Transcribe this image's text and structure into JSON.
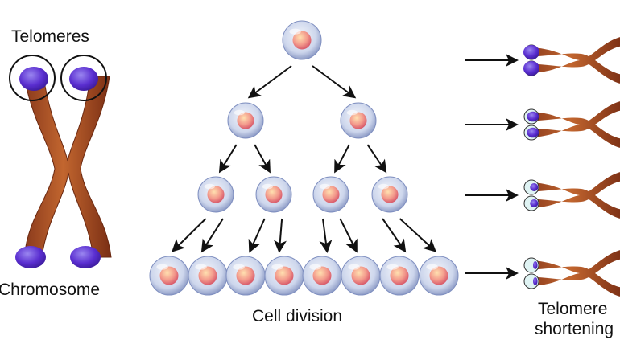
{
  "labels": {
    "telomeres": "Telomeres",
    "chromosome": "Chromosome",
    "cell_division": "Cell division",
    "telomere_shortening_line1": "Telomere",
    "telomere_shortening_line2": "shortening"
  },
  "colors": {
    "chromatid": "#a0522d",
    "chromatid_dark": "#6b2a12",
    "telomere": "#5b2fc9",
    "telomere_light": "#8b6ee6",
    "cell_membrane": "#c9d3ea",
    "cell_nucleus": "#f08a8a",
    "arrow": "#111111"
  },
  "diagram": {
    "generations": [
      1,
      2,
      4,
      8
    ],
    "telomere_stages": [
      1.0,
      0.7,
      0.45,
      0.2
    ]
  }
}
